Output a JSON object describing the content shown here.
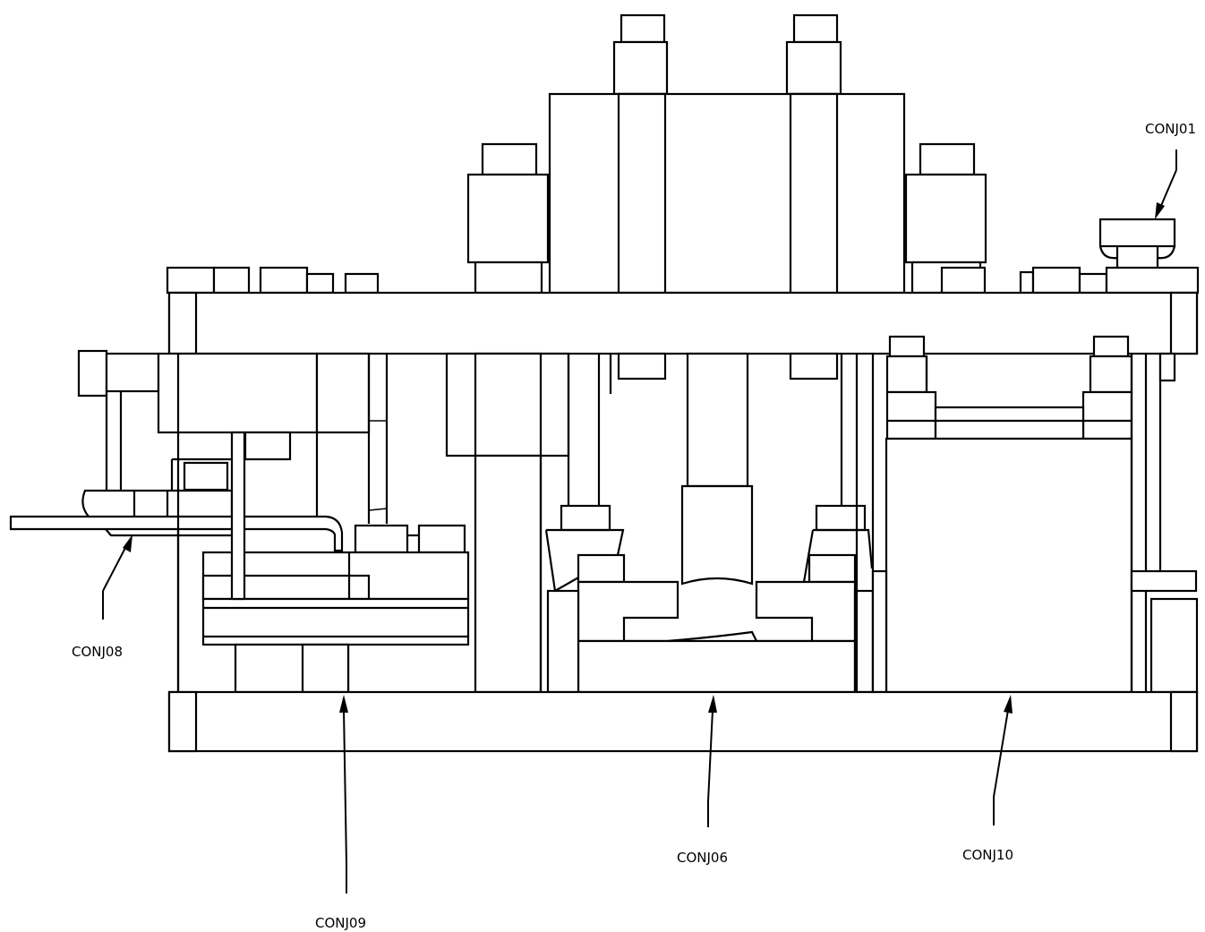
{
  "callouts": {
    "conj01": "CONJ01",
    "conj08": "CONJ08",
    "conj09": "CONJ09",
    "conj06": "CONJ06",
    "conj10": "CONJ10"
  },
  "colors": {
    "line": "#000000",
    "background": "#ffffff"
  }
}
